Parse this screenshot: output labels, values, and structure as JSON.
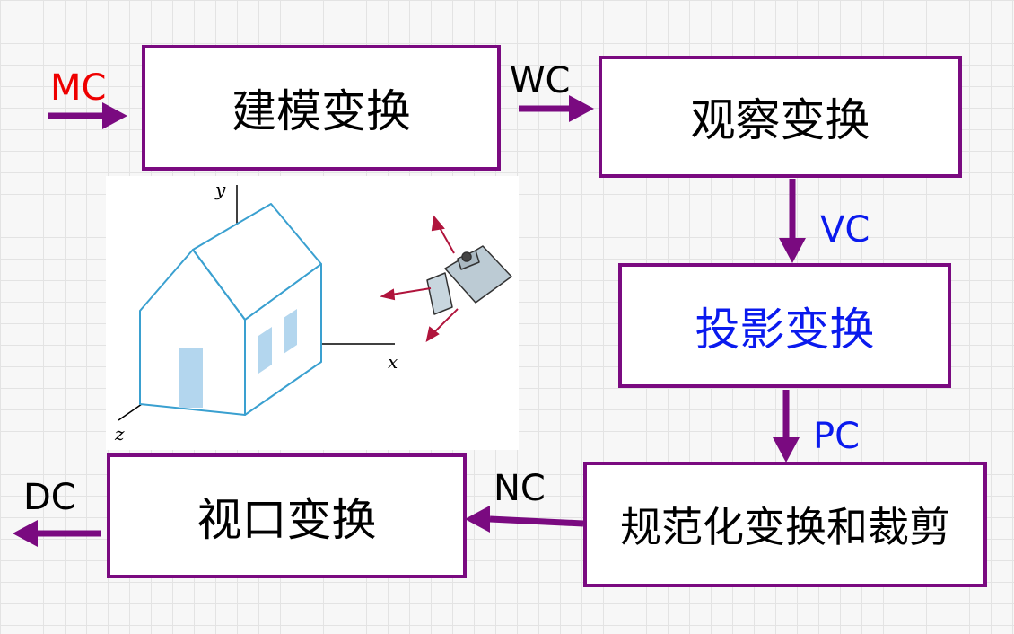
{
  "colors": {
    "box_border": "#7a0a80",
    "arrow": "#7a0a80",
    "red": "#ee0000",
    "blue": "#0a1aee",
    "black": "#000000"
  },
  "boxes": {
    "modeling": "建模变换",
    "viewing": "观察变换",
    "projection": "投影变换",
    "normalization": "规范化变换和裁剪",
    "viewport": "视口变换"
  },
  "labels": {
    "mc": "MC",
    "wc": "WC",
    "vc": "VC",
    "pc": "PC",
    "nc": "NC",
    "dc": "DC"
  },
  "illustration": {
    "axis_x": "x",
    "axis_y": "y",
    "axis_z": "z"
  }
}
